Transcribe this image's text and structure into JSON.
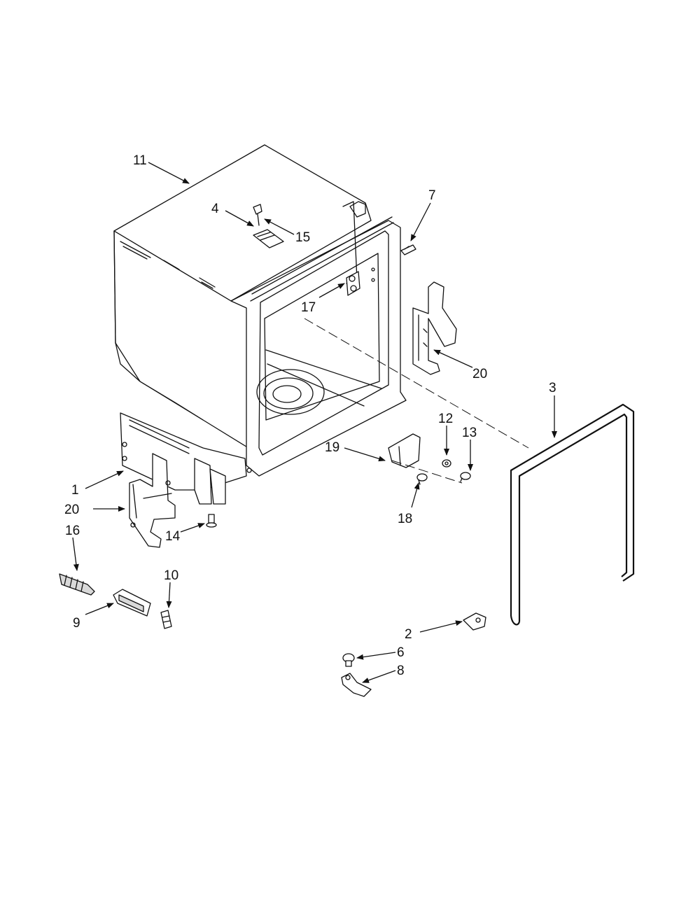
{
  "diagram": {
    "callouts": [
      {
        "id": "c11",
        "text": "11"
      },
      {
        "id": "c4",
        "text": "4"
      },
      {
        "id": "c15",
        "text": "15"
      },
      {
        "id": "c7",
        "text": "7"
      },
      {
        "id": "c17",
        "text": "17"
      },
      {
        "id": "c20a",
        "text": "20"
      },
      {
        "id": "c3",
        "text": "3"
      },
      {
        "id": "c12",
        "text": "12"
      },
      {
        "id": "c13",
        "text": "13"
      },
      {
        "id": "c19",
        "text": "19"
      },
      {
        "id": "c18",
        "text": "18"
      },
      {
        "id": "c1",
        "text": "1"
      },
      {
        "id": "c20b",
        "text": "20"
      },
      {
        "id": "c16",
        "text": "16"
      },
      {
        "id": "c14",
        "text": "14"
      },
      {
        "id": "c10",
        "text": "10"
      },
      {
        "id": "c9",
        "text": "9"
      },
      {
        "id": "c2",
        "text": "2"
      },
      {
        "id": "c6",
        "text": "6"
      },
      {
        "id": "c8",
        "text": "8"
      }
    ]
  }
}
